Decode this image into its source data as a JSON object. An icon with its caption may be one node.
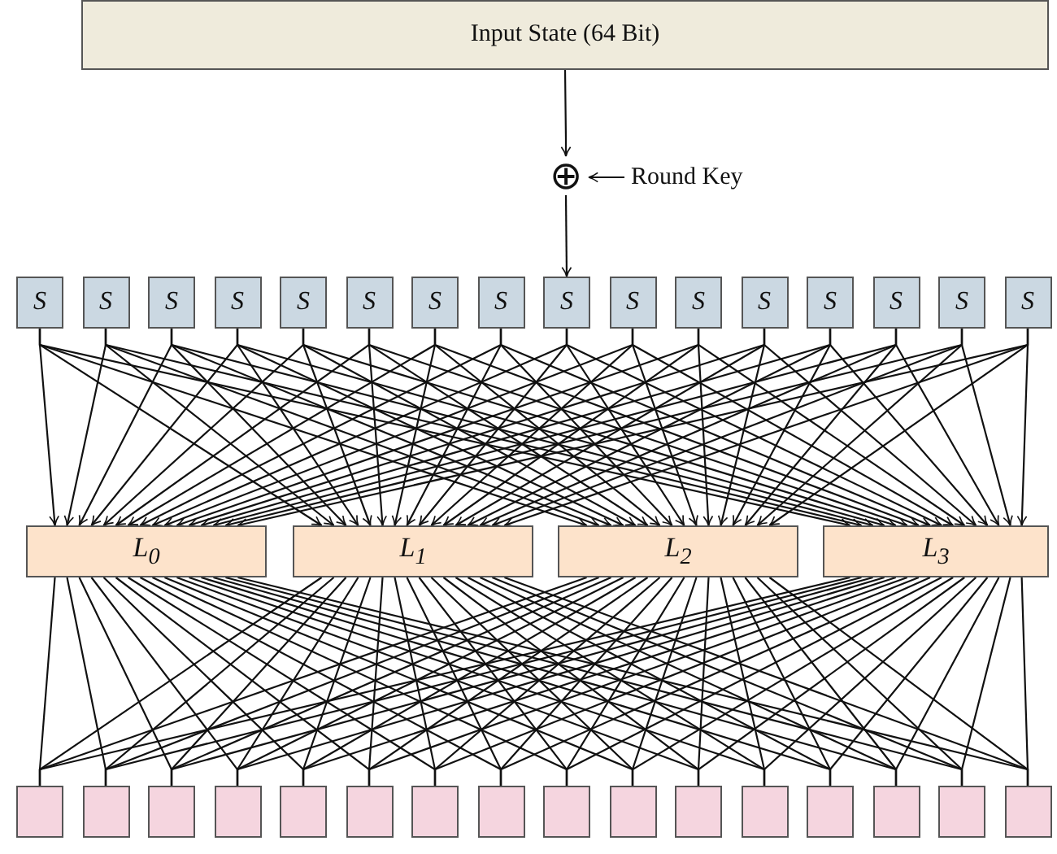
{
  "diagram": {
    "nodes": [
      {
        "text": [
          "Input State (64 Bit)"
        ]
      },
      {
        "text": [
          "⊕"
        ]
      },
      {
        "text": [
          "Round Key"
        ]
      },
      {
        "text": [
          "S"
        ]
      },
      {
        "text": [
          "S"
        ]
      },
      {
        "text": [
          "S"
        ]
      },
      {
        "text": [
          "S"
        ]
      },
      {
        "text": [
          "S"
        ]
      },
      {
        "text": [
          "S"
        ]
      },
      {
        "text": [
          "S"
        ]
      },
      {
        "text": [
          "S"
        ]
      },
      {
        "text": [
          "S"
        ]
      },
      {
        "text": [
          "S"
        ]
      },
      {
        "text": [
          "S"
        ]
      },
      {
        "text": [
          "S"
        ]
      },
      {
        "text": [
          "S"
        ]
      },
      {
        "text": [
          "S"
        ]
      },
      {
        "text": [
          "S"
        ]
      },
      {
        "text": [
          "S"
        ]
      },
      {
        "text": [
          "L$_{0}$"
        ]
      },
      {
        "text": [
          "L$_{1}$"
        ]
      },
      {
        "text": [
          "L$_{2}$"
        ]
      },
      {
        "text": [
          "L$_{3}$"
        ]
      },
      {
        "text": [],
        "shape": "box"
      },
      {
        "text": [],
        "shape": "box"
      },
      {
        "text": [],
        "shape": "box"
      },
      {
        "text": [],
        "shape": "box"
      },
      {
        "text": [],
        "shape": "box"
      },
      {
        "text": [],
        "shape": "box"
      },
      {
        "text": [],
        "shape": "box"
      },
      {
        "text": [],
        "shape": "box"
      },
      {
        "text": [],
        "shape": "box"
      },
      {
        "text": [],
        "shape": "box"
      },
      {
        "text": [],
        "shape": "box"
      },
      {
        "text": [],
        "shape": "box"
      },
      {
        "text": [],
        "shape": "box"
      },
      {
        "text": [],
        "shape": "box"
      },
      {
        "text": [],
        "shape": "box"
      },
      {
        "text": [],
        "shape": "box"
      }
    ],
    "edges": [
      {
        "from": 0,
        "to": 1,
        "arrow": "to"
      },
      {
        "from": 2,
        "to": 1,
        "arrow": "to"
      },
      {
        "from": 1,
        "to": 11,
        "arrow": "to"
      },
      {
        "from": 3,
        "to": 19,
        "arrow": "to"
      },
      {
        "from": 3,
        "to": 20,
        "arrow": "to"
      },
      {
        "from": 3,
        "to": 21,
        "arrow": "to"
      },
      {
        "from": 3,
        "to": 22,
        "arrow": "to"
      },
      {
        "from": 4,
        "to": 19,
        "arrow": "to"
      },
      {
        "from": 4,
        "to": 20,
        "arrow": "to"
      },
      {
        "from": 4,
        "to": 21,
        "arrow": "to"
      },
      {
        "from": 4,
        "to": 22,
        "arrow": "to"
      },
      {
        "from": 5,
        "to": 19,
        "arrow": "to"
      },
      {
        "from": 5,
        "to": 20,
        "arrow": "to"
      },
      {
        "from": 5,
        "to": 21,
        "arrow": "to"
      },
      {
        "from": 5,
        "to": 22,
        "arrow": "to"
      },
      {
        "from": 6,
        "to": 19,
        "arrow": "to"
      },
      {
        "from": 6,
        "to": 20,
        "arrow": "to"
      },
      {
        "from": 6,
        "to": 21,
        "arrow": "to"
      },
      {
        "from": 6,
        "to": 22,
        "arrow": "to"
      },
      {
        "from": 7,
        "to": 19,
        "arrow": "to"
      },
      {
        "from": 7,
        "to": 20,
        "arrow": "to"
      },
      {
        "from": 7,
        "to": 21,
        "arrow": "to"
      },
      {
        "from": 7,
        "to": 22,
        "arrow": "to"
      },
      {
        "from": 8,
        "to": 19,
        "arrow": "to"
      },
      {
        "from": 8,
        "to": 20,
        "arrow": "to"
      },
      {
        "from": 8,
        "to": 21,
        "arrow": "to"
      },
      {
        "from": 8,
        "to": 22,
        "arrow": "to"
      },
      {
        "from": 9,
        "to": 19,
        "arrow": "to"
      },
      {
        "from": 9,
        "to": 20,
        "arrow": "to"
      },
      {
        "from": 9,
        "to": 21,
        "arrow": "to"
      },
      {
        "from": 9,
        "to": 22,
        "arrow": "to"
      },
      {
        "from": 10,
        "to": 19,
        "arrow": "to"
      },
      {
        "from": 10,
        "to": 20,
        "arrow": "to"
      },
      {
        "from": 10,
        "to": 21,
        "arrow": "to"
      },
      {
        "from": 10,
        "to": 22,
        "arrow": "to"
      },
      {
        "from": 11,
        "to": 19,
        "arrow": "to"
      },
      {
        "from": 11,
        "to": 20,
        "arrow": "to"
      },
      {
        "from": 11,
        "to": 21,
        "arrow": "to"
      },
      {
        "from": 11,
        "to": 22,
        "arrow": "to"
      },
      {
        "from": 12,
        "to": 19,
        "arrow": "to"
      },
      {
        "from": 12,
        "to": 20,
        "arrow": "to"
      },
      {
        "from": 12,
        "to": 21,
        "arrow": "to"
      },
      {
        "from": 12,
        "to": 22,
        "arrow": "to"
      },
      {
        "from": 13,
        "to": 19,
        "arrow": "to"
      },
      {
        "from": 13,
        "to": 20,
        "arrow": "to"
      },
      {
        "from": 13,
        "to": 21,
        "arrow": "to"
      },
      {
        "from": 13,
        "to": 22,
        "arrow": "to"
      },
      {
        "from": 14,
        "to": 19,
        "arrow": "to"
      },
      {
        "from": 14,
        "to": 20,
        "arrow": "to"
      },
      {
        "from": 14,
        "to": 21,
        "arrow": "to"
      },
      {
        "from": 14,
        "to": 22,
        "arrow": "to"
      },
      {
        "from": 15,
        "to": 19,
        "arrow": "to"
      },
      {
        "from": 15,
        "to": 20,
        "arrow": "to"
      },
      {
        "from": 15,
        "to": 21,
        "arrow": "to"
      },
      {
        "from": 15,
        "to": 22,
        "arrow": "to"
      },
      {
        "from": 16,
        "to": 19,
        "arrow": "to"
      },
      {
        "from": 16,
        "to": 20,
        "arrow": "to"
      },
      {
        "from": 16,
        "to": 21,
        "arrow": "to"
      },
      {
        "from": 16,
        "to": 22,
        "arrow": "to"
      },
      {
        "from": 17,
        "to": 19,
        "arrow": "to"
      },
      {
        "from": 17,
        "to": 20,
        "arrow": "to"
      },
      {
        "from": 17,
        "to": 21,
        "arrow": "to"
      },
      {
        "from": 17,
        "to": 22,
        "arrow": "to"
      },
      {
        "from": 18,
        "to": 19,
        "arrow": "to"
      },
      {
        "from": 18,
        "to": 20,
        "arrow": "to"
      },
      {
        "from": 18,
        "to": 21,
        "arrow": "to"
      },
      {
        "from": 18,
        "to": 22,
        "arrow": "to"
      },
      {
        "from": 19,
        "to": 23,
        "arrow": "none"
      },
      {
        "from": 19,
        "to": 24,
        "arrow": "none"
      },
      {
        "from": 19,
        "to": 25,
        "arrow": "none"
      },
      {
        "from": 19,
        "to": 26,
        "arrow": "none"
      },
      {
        "from": 19,
        "to": 27,
        "arrow": "none"
      },
      {
        "from": 19,
        "to": 28,
        "arrow": "none"
      },
      {
        "from": 19,
        "to": 29,
        "arrow": "none"
      },
      {
        "from": 19,
        "to": 30,
        "arrow": "none"
      },
      {
        "from": 19,
        "to": 31,
        "arrow": "none"
      },
      {
        "from": 19,
        "to": 32,
        "arrow": "none"
      },
      {
        "from": 19,
        "to": 33,
        "arrow": "none"
      },
      {
        "from": 19,
        "to": 34,
        "arrow": "none"
      },
      {
        "from": 19,
        "to": 35,
        "arrow": "none"
      },
      {
        "from": 19,
        "to": 36,
        "arrow": "none"
      },
      {
        "from": 19,
        "to": 37,
        "arrow": "none"
      },
      {
        "from": 19,
        "to": 38,
        "arrow": "none"
      },
      {
        "from": 20,
        "to": 23,
        "arrow": "none"
      },
      {
        "from": 20,
        "to": 24,
        "arrow": "none"
      },
      {
        "from": 20,
        "to": 25,
        "arrow": "none"
      },
      {
        "from": 20,
        "to": 26,
        "arrow": "none"
      },
      {
        "from": 20,
        "to": 27,
        "arrow": "none"
      },
      {
        "from": 20,
        "to": 28,
        "arrow": "none"
      },
      {
        "from": 20,
        "to": 29,
        "arrow": "none"
      },
      {
        "from": 20,
        "to": 30,
        "arrow": "none"
      },
      {
        "from": 20,
        "to": 31,
        "arrow": "none"
      },
      {
        "from": 20,
        "to": 32,
        "arrow": "none"
      },
      {
        "from": 20,
        "to": 33,
        "arrow": "none"
      },
      {
        "from": 20,
        "to": 34,
        "arrow": "none"
      },
      {
        "from": 20,
        "to": 35,
        "arrow": "none"
      },
      {
        "from": 20,
        "to": 36,
        "arrow": "none"
      },
      {
        "from": 20,
        "to": 37,
        "arrow": "none"
      },
      {
        "from": 20,
        "to": 38,
        "arrow": "none"
      },
      {
        "from": 21,
        "to": 23,
        "arrow": "none"
      },
      {
        "from": 21,
        "to": 24,
        "arrow": "none"
      },
      {
        "from": 21,
        "to": 25,
        "arrow": "none"
      },
      {
        "from": 21,
        "to": 26,
        "arrow": "none"
      },
      {
        "from": 21,
        "to": 27,
        "arrow": "none"
      },
      {
        "from": 21,
        "to": 28,
        "arrow": "none"
      },
      {
        "from": 21,
        "to": 29,
        "arrow": "none"
      },
      {
        "from": 21,
        "to": 30,
        "arrow": "none"
      },
      {
        "from": 21,
        "to": 31,
        "arrow": "none"
      },
      {
        "from": 21,
        "to": 32,
        "arrow": "none"
      },
      {
        "from": 21,
        "to": 33,
        "arrow": "none"
      },
      {
        "from": 21,
        "to": 34,
        "arrow": "none"
      },
      {
        "from": 21,
        "to": 35,
        "arrow": "none"
      },
      {
        "from": 21,
        "to": 36,
        "arrow": "none"
      },
      {
        "from": 21,
        "to": 37,
        "arrow": "none"
      },
      {
        "from": 21,
        "to": 38,
        "arrow": "none"
      },
      {
        "from": 22,
        "to": 23,
        "arrow": "none"
      },
      {
        "from": 22,
        "to": 24,
        "arrow": "none"
      },
      {
        "from": 22,
        "to": 25,
        "arrow": "none"
      },
      {
        "from": 22,
        "to": 26,
        "arrow": "none"
      },
      {
        "from": 22,
        "to": 27,
        "arrow": "none"
      },
      {
        "from": 22,
        "to": 28,
        "arrow": "none"
      },
      {
        "from": 22,
        "to": 29,
        "arrow": "none"
      },
      {
        "from": 22,
        "to": 30,
        "arrow": "none"
      },
      {
        "from": 22,
        "to": 31,
        "arrow": "none"
      },
      {
        "from": 22,
        "to": 32,
        "arrow": "none"
      },
      {
        "from": 22,
        "to": 33,
        "arrow": "none"
      },
      {
        "from": 22,
        "to": 34,
        "arrow": "none"
      },
      {
        "from": 22,
        "to": 35,
        "arrow": "none"
      },
      {
        "from": 22,
        "to": 36,
        "arrow": "none"
      },
      {
        "from": 22,
        "to": 37,
        "arrow": "none"
      },
      {
        "from": 22,
        "to": 38,
        "arrow": "none"
      }
    ]
  }
}
